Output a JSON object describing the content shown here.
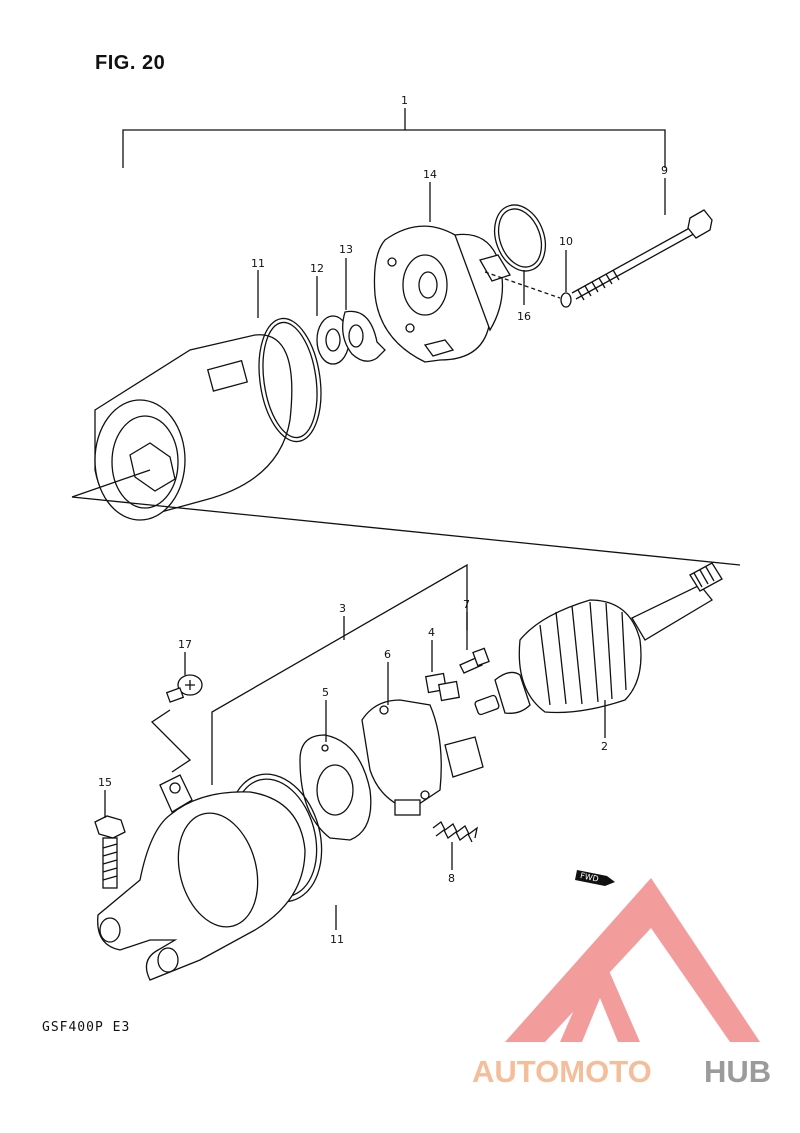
{
  "figure": {
    "title": "FIG. 20",
    "model_code": "GSF400P  E3"
  },
  "callouts": [
    {
      "key": "1",
      "text": "1"
    },
    {
      "key": "9",
      "text": "9"
    },
    {
      "key": "14",
      "text": "14"
    },
    {
      "key": "10",
      "text": "10"
    },
    {
      "key": "16",
      "text": "16"
    },
    {
      "key": "11a",
      "text": "11"
    },
    {
      "key": "12",
      "text": "12"
    },
    {
      "key": "13",
      "text": "13"
    },
    {
      "key": "3",
      "text": "3"
    },
    {
      "key": "7",
      "text": "7"
    },
    {
      "key": "6",
      "text": "6"
    },
    {
      "key": "4",
      "text": "4"
    },
    {
      "key": "5",
      "text": "5"
    },
    {
      "key": "17",
      "text": "17"
    },
    {
      "key": "2",
      "text": "2"
    },
    {
      "key": "15",
      "text": "15"
    },
    {
      "key": "8",
      "text": "8"
    },
    {
      "key": "11b",
      "text": "11"
    }
  ],
  "fwd_tag": "FWD",
  "watermark": {
    "part1": "AUTOMOTO",
    "part2": "HUB",
    "color1": "#f4b38a",
    "color2": "#8a8a8a",
    "logo_color": "#f28b8b"
  }
}
